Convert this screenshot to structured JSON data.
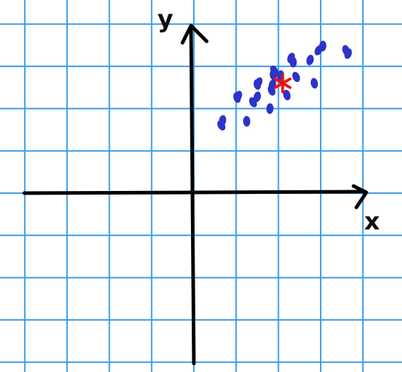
{
  "chart_data": {
    "type": "scatter",
    "xlabel": "x",
    "ylabel": "y",
    "grid": true,
    "x_range": [
      -4,
      4
    ],
    "y_range": [
      -4,
      4.4
    ],
    "colors": {
      "grid": "#3a9ae6",
      "axes": "#000000",
      "points": "#2d33c8",
      "highlight": "#ee1111",
      "background": "#ffffff"
    },
    "series": [
      {
        "points": [
          [
            0.65,
            1.6
          ],
          [
            0.68,
            1.72
          ],
          [
            1.02,
            2.26
          ],
          [
            1.05,
            2.3
          ],
          [
            1.25,
            1.7
          ],
          [
            1.4,
            2.15
          ],
          [
            1.5,
            2.28
          ],
          [
            1.5,
            2.57
          ],
          [
            1.53,
            2.62
          ],
          [
            1.8,
            2.0
          ],
          [
            1.84,
            2.43
          ],
          [
            1.86,
            2.57
          ],
          [
            1.88,
            2.8
          ],
          [
            1.9,
            2.9
          ],
          [
            2.05,
            2.78
          ],
          [
            2.2,
            2.32
          ],
          [
            2.3,
            3.2
          ],
          [
            2.35,
            3.1
          ],
          [
            2.42,
            2.75
          ],
          [
            2.75,
            3.15
          ],
          [
            2.85,
            2.6
          ],
          [
            2.95,
            3.38
          ],
          [
            3.05,
            3.48
          ],
          [
            3.6,
            3.38
          ],
          [
            3.65,
            3.3
          ]
        ]
      }
    ],
    "highlight_points": [
      {
        "x": 2.1,
        "y": 2.6,
        "marker": "asterisk"
      }
    ]
  }
}
